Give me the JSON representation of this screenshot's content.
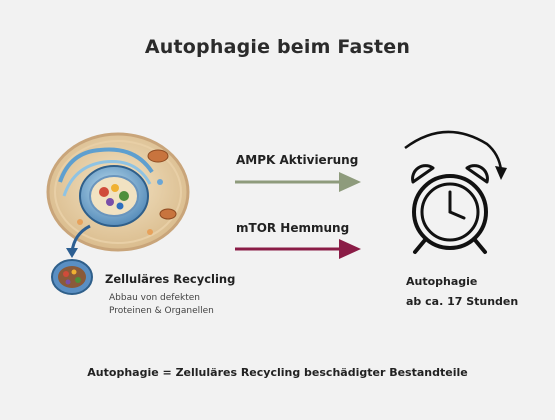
{
  "title": "Autophagie beim Fasten",
  "arrows": {
    "ampk_label": "AMPK Aktivierung",
    "ampk_color": "#8e9b7c",
    "mtor_label": "mTOR Hemmung",
    "mtor_color": "#8a1c46"
  },
  "recycling": {
    "title": "Zelluläres Recycling",
    "subtitle": "Abbau von defekten Proteinen & Organellen"
  },
  "autophagy": {
    "title": "Autophagie",
    "time": "ab ca. 17 Stunden"
  },
  "footer": "Autophagie = Zelluläres Recycling beschädigter Bestandteile",
  "icons": [
    "cell-illustration",
    "alarm-clock-icon",
    "circular-arrow-icon"
  ]
}
